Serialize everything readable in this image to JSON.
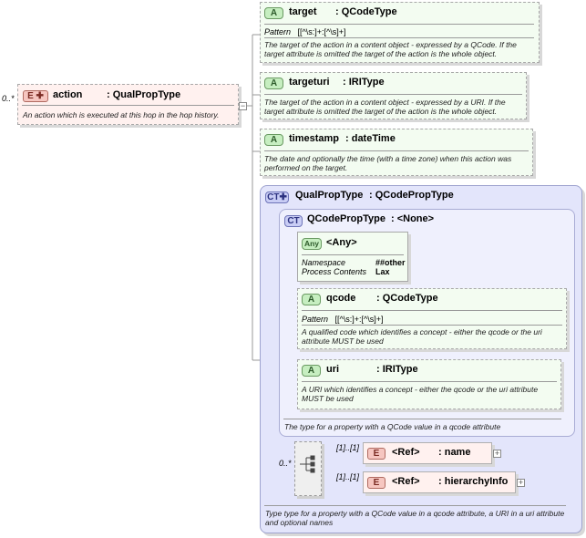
{
  "action": {
    "cardinality": "0..*",
    "badge": "E",
    "name": "action",
    "type": ": QualPropType",
    "description": "An action which is executed at this hop in the hop history."
  },
  "attributes": {
    "target": {
      "badge": "A",
      "name": "target",
      "type": ": QCodeType",
      "pattern_label": "Pattern",
      "pattern_value": "[[^\\s:]+:[^\\s]+]",
      "description": "The target of the action in a content object - expressed by a QCode. If the target attribute is omitted the target of the action is the whole object."
    },
    "targeturi": {
      "badge": "A",
      "name": "targeturi",
      "type": ": IRIType",
      "description": "The target of the action in a content object - expressed by a URI. If the target attribute is omitted the target of the action is the whole object."
    },
    "timestamp": {
      "badge": "A",
      "name": "timestamp",
      "type": ": dateTime",
      "description": "The date and optionally the time (with a time zone) when this action was performed on the target."
    }
  },
  "qualproptype": {
    "badge": "CT",
    "name": "QualPropType",
    "type": ": QCodePropType",
    "description": "Type type for a property with a  QCode value in a qcode attribute, a URI in a uri attribute and optional names"
  },
  "qcodeproptype": {
    "badge": "CT",
    "name": "QCodePropType",
    "type": ": <None>",
    "description": "The type for a property with a QCode value in a qcode attribute"
  },
  "any": {
    "badge": "Any",
    "name": "<Any>",
    "namespace_label": "Namespace",
    "namespace_value": "##other",
    "process_label": "Process Contents",
    "process_value": "Lax"
  },
  "qcode": {
    "badge": "A",
    "name": "qcode",
    "type": ": QCodeType",
    "pattern_label": "Pattern",
    "pattern_value": "[[^\\s:]+:[^\\s]+]",
    "description": "A qualified code which identifies a concept  - either the  qcode or the uri attribute MUST be used"
  },
  "uri": {
    "badge": "A",
    "name": "uri",
    "type": ": IRIType",
    "description": "A URI which identifies a concept  - either the  qcode or the uri attribute MUST be used"
  },
  "sequence": {
    "cardinality": "0..*"
  },
  "refs": [
    {
      "badge": "E",
      "cardinality": "[1]..[1]",
      "name": "<Ref>",
      "type": ": name"
    },
    {
      "badge": "E",
      "cardinality": "[1]..[1]",
      "name": "<Ref>",
      "type": ": hierarchyInfo"
    }
  ]
}
